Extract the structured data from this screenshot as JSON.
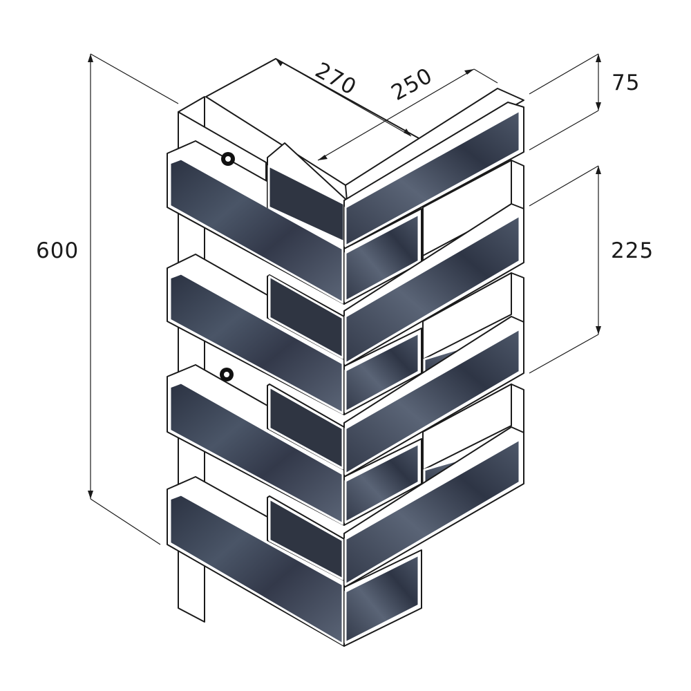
{
  "dimensions": {
    "width_left": "270",
    "width_right": "250",
    "brick_height": "75",
    "course_height": "225",
    "total_height": "600"
  },
  "colors": {
    "stone_dark": "#2a3140",
    "stone_mid": "#4a5566",
    "stone_light": "#6b7688",
    "line": "#1a1a1a",
    "background": "#ffffff"
  }
}
